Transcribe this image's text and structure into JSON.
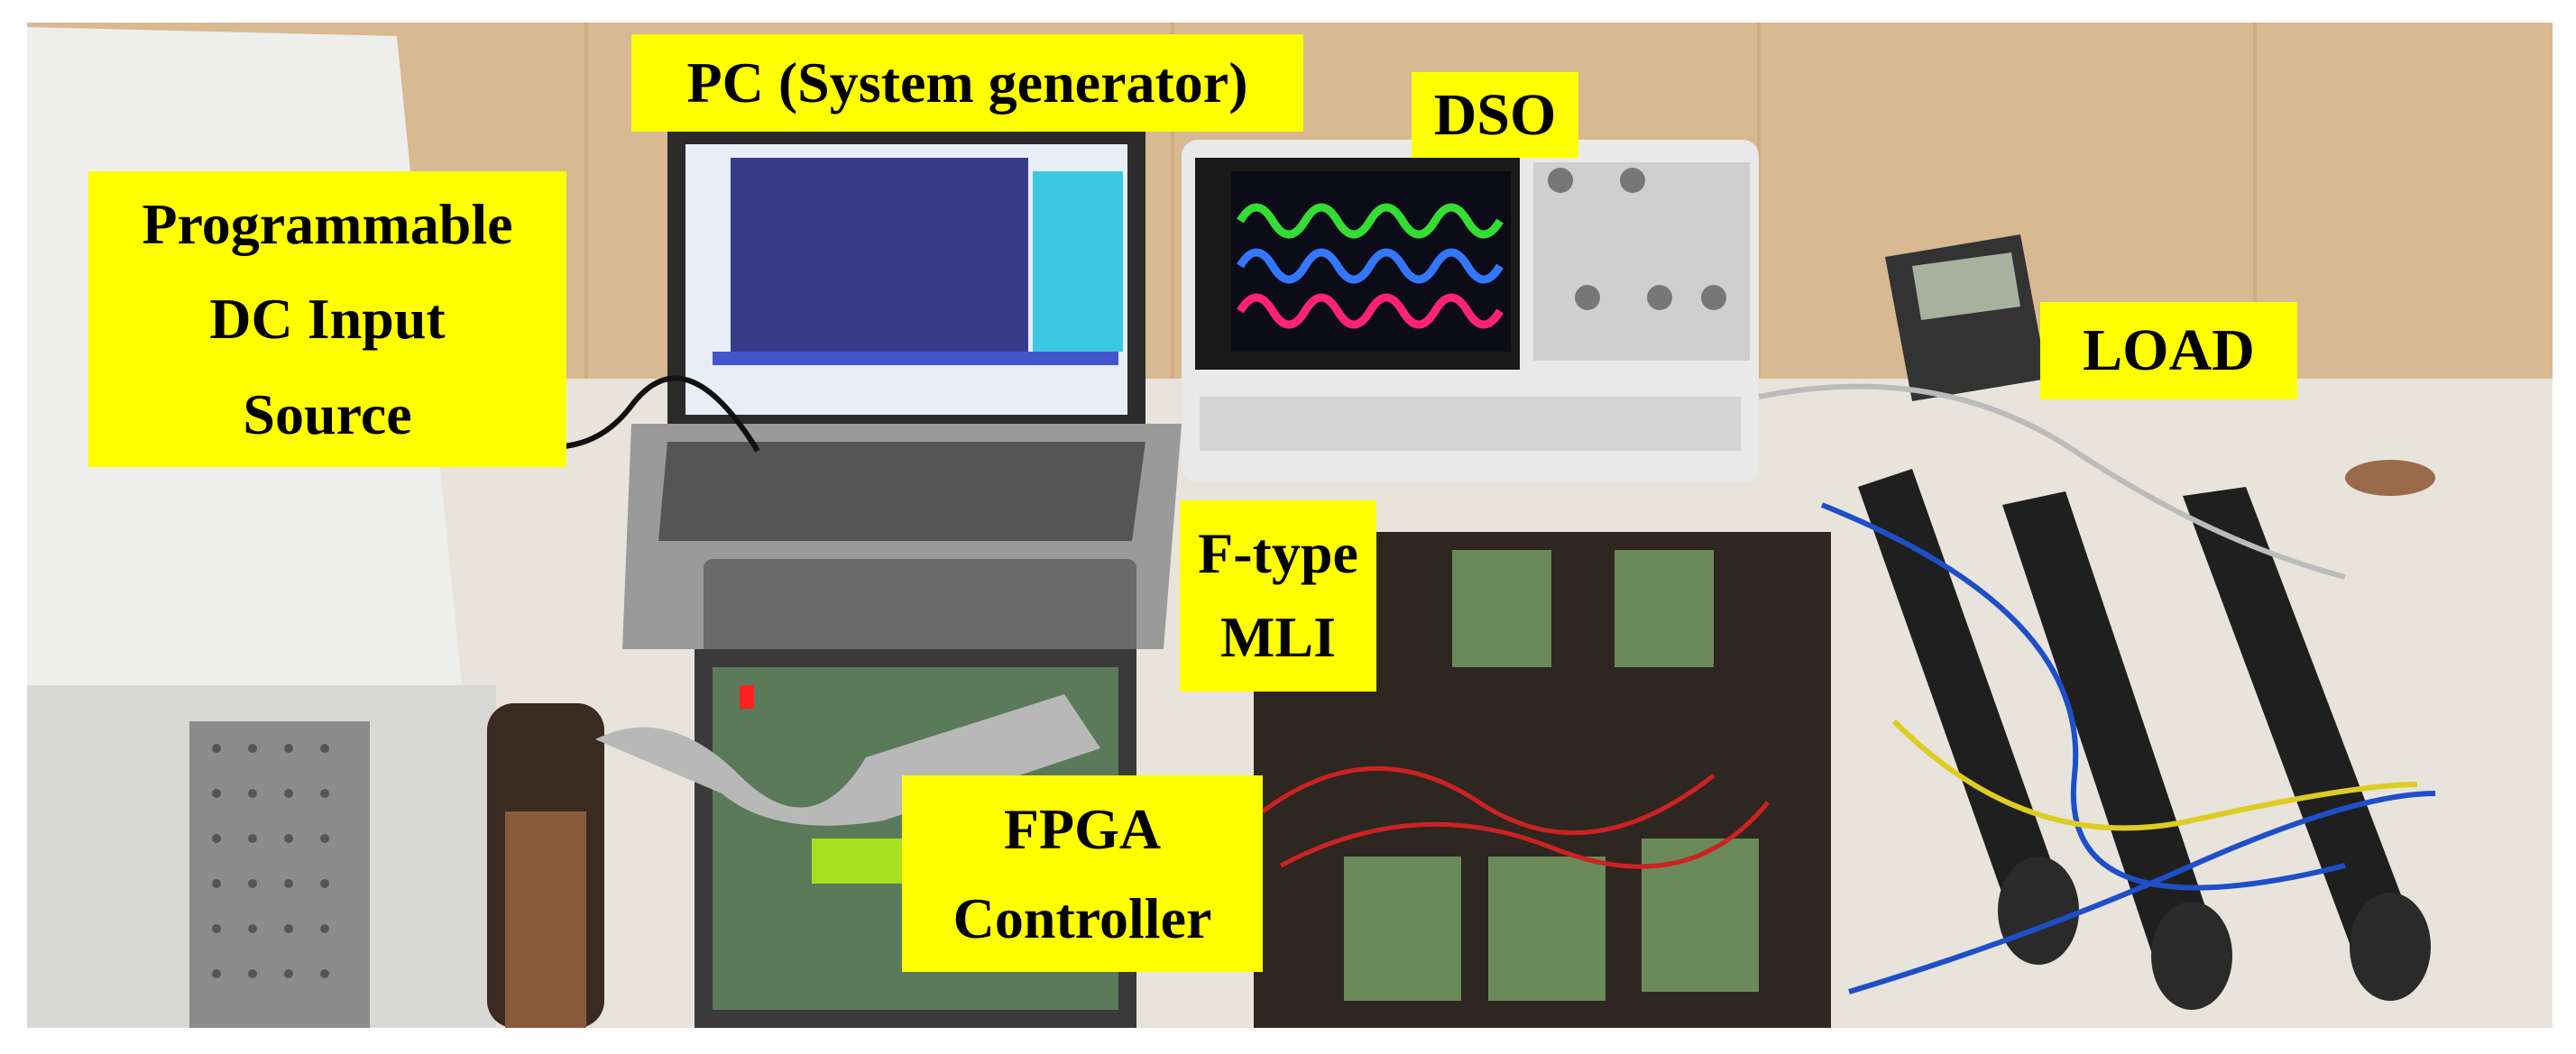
{
  "colors": {
    "label_bg": "#ffff00",
    "wall": "#d9b992",
    "table": "#e8e4dc",
    "scope_wave_1": "#33dd33",
    "scope_wave_2": "#3377ff",
    "scope_wave_3": "#ff2277"
  },
  "labels": {
    "pc": "PC (System generator)",
    "dso": "DSO",
    "dc_source": [
      "Programmable",
      "DC Input",
      "Source"
    ],
    "load": "LOAD",
    "mli": [
      "F-type",
      "MLI"
    ],
    "fpga": [
      "FPGA",
      "Controller"
    ]
  }
}
